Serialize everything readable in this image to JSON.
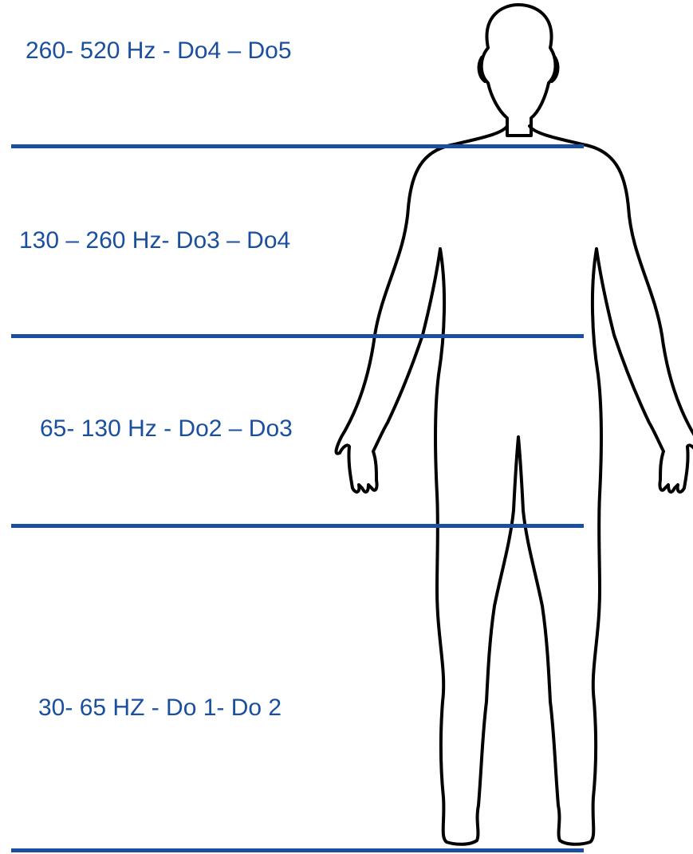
{
  "bands": [
    {
      "label": "260- 520 Hz - Do4 – Do5"
    },
    {
      "label": "130 – 260 Hz- Do3 – Do4"
    },
    {
      "label": "65- 130 Hz - Do2 – Do3"
    },
    {
      "label": "30- 65 HZ - Do 1- Do 2"
    }
  ],
  "colors": {
    "accent": "#1a4fa0",
    "figure_outline": "#000000",
    "background": "#ffffff"
  },
  "figure": {
    "icon": "human-body-outline-icon"
  }
}
